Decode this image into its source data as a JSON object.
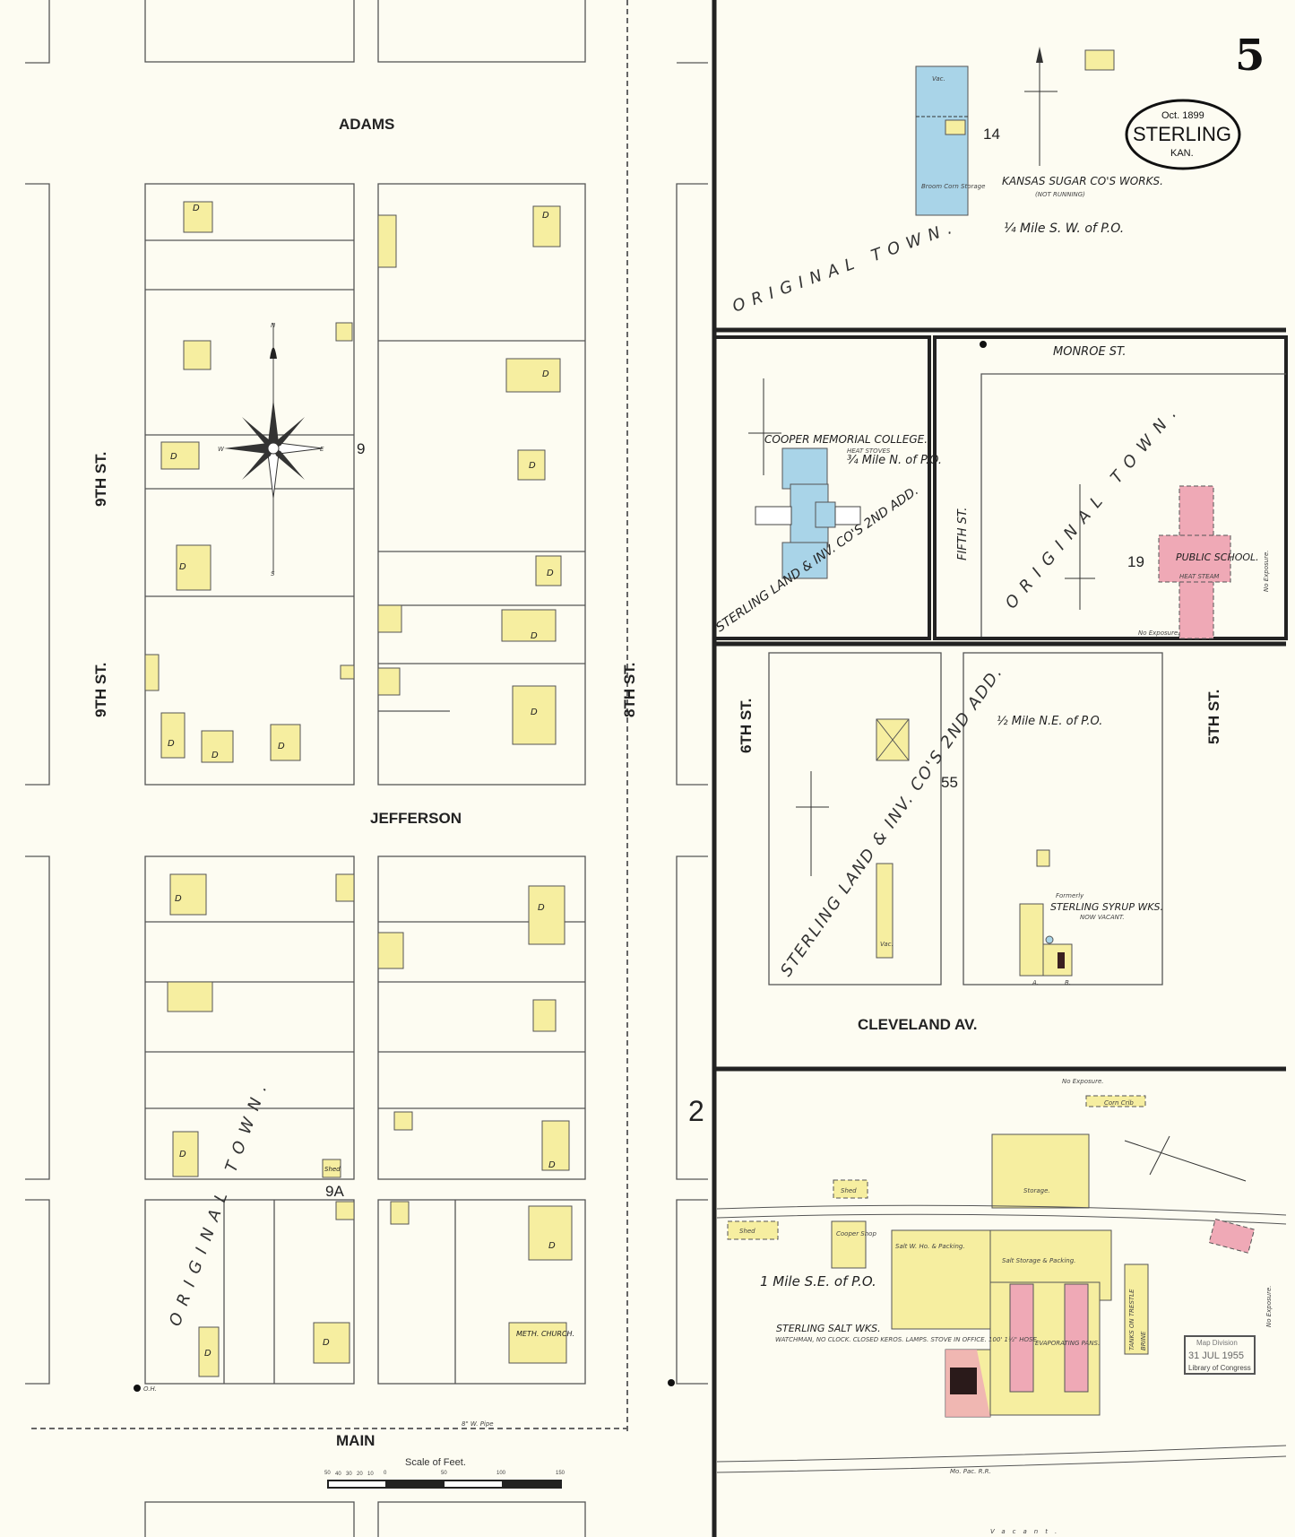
{
  "sheet_number": "5",
  "title_cartouche": {
    "date": "Oct. 1899",
    "town": "STERLING",
    "state": "KAN."
  },
  "streets": {
    "adams": "ADAMS",
    "jefferson": "JEFFERSON",
    "main": "MAIN",
    "ninth_st": "9TH ST.",
    "eighth_st": "8TH ST.",
    "monroe_st": "MONROE ST.",
    "fifth_st_vertical": "FIFTH ST.",
    "sixth_st": "6TH ST.",
    "fifth_st": "5TH ST.",
    "cleveland_av": "CLEVELAND AV."
  },
  "block_numbers": {
    "b9": "9",
    "b9a": "9A",
    "b2": "2",
    "b14": "14",
    "b19": "19",
    "b55": "55"
  },
  "additions": {
    "original_town": "ORIGINAL TOWN.",
    "sterling_land": "STERLING LAND & INV. CO'S 2ND ADD.",
    "sterling_land_2": "STERLING LAND & INV. CO'S 2ND ADD."
  },
  "compass": {
    "n": "N",
    "s": "S",
    "e": "E",
    "w": "W"
  },
  "dwelling_label": "D",
  "buildings": {
    "sugar_works": {
      "name": "KANSAS SUGAR CO'S WORKS.",
      "note": "(NOT RUNNING)",
      "location": "¼ Mile S. W. of P.O.",
      "vac": "Vac.",
      "storage": "Broom Corn Storage"
    },
    "college": {
      "name": "COOPER MEMORIAL COLLEGE.",
      "heat": "HEAT STOVES",
      "location": "¾ Mile N. of P.O."
    },
    "public_school": {
      "name": "PUBLIC SCHOOL.",
      "heat": "HEAT STEAM"
    },
    "syrup_works": {
      "formerly": "Formerly",
      "name": "STERLING SYRUP WKS.",
      "note": "NOW VACANT.",
      "location": "½ Mile N.E. of P.O.",
      "vac": "Vac.",
      "a": "A.",
      "b": "B."
    },
    "salt_works": {
      "name": "STERLING SALT WKS.",
      "note": "WATCHMAN, NO CLOCK. CLOSED KEROS. LAMPS. STOVE IN OFFICE. 100' 1½\" HOSE.",
      "location": "1 Mile S.E. of P.O.",
      "storage": "Storage.",
      "salt_wh": "Salt W. Ho. & Packing.",
      "salt_storage": "Salt Storage & Packing.",
      "evaporating": "EVAPORATING PANS.",
      "cooper_shop": "Cooper Shop",
      "shed": "Shed",
      "corn_crib": "Corn Crib",
      "tanks": "TANKS ON TRESTLE",
      "brine": "BRINE"
    },
    "meth_church": "METH. CHURCH.",
    "shed": "Shed"
  },
  "annotations": {
    "no_exposure": "No Exposure.",
    "vacant": "Vacant.",
    "oh": "O.H.",
    "rw_pipe": "8\" W. Pipe",
    "mo_pac_rr": "Mo. Pac. R.R."
  },
  "scale": {
    "title": "Scale of Feet.",
    "ticks": [
      "50",
      "40",
      "30",
      "20",
      "10",
      "0",
      "50",
      "100",
      "150"
    ]
  },
  "stamp": {
    "line1": "Map Division",
    "line2": "31 JUL 1955",
    "line3": "Library of Congress"
  },
  "colors": {
    "frame_brick": "#efa9b6",
    "frame_wood": "#f6eea0",
    "stone_iron": "#a9d4e8",
    "paper": "#fdfcf2"
  }
}
